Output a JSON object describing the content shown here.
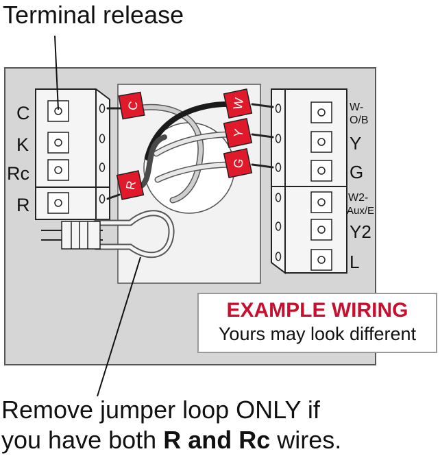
{
  "callouts": {
    "terminal_release": "Terminal release",
    "jumper_line1": "Remove jumper loop ONLY if",
    "jumper_line2_pre": "you have both ",
    "jumper_line2_bold": "R and Rc",
    "jumper_line2_post": " wires."
  },
  "example_box": {
    "title": "EXAMPLE WIRING",
    "subtitle": "Yours may look different"
  },
  "left_terminals": [
    "C",
    "K",
    "Rc",
    "R"
  ],
  "right_terminals": [
    {
      "line1": "W-",
      "line2": "O/B"
    },
    {
      "line1": "Y"
    },
    {
      "line1": "G"
    },
    {
      "line1": "W2-",
      "line2": "Aux/E"
    },
    {
      "line1": "Y2"
    },
    {
      "line1": "L"
    }
  ],
  "wire_tags": [
    "C",
    "R",
    "W",
    "Y",
    "G"
  ],
  "colors": {
    "plate": "#d6d6d6",
    "tag_red": "#e01a2b",
    "wire_black": "#1a1a1a",
    "wire_gray": "#4a4a4a",
    "wire_light": "#bfbfbf",
    "example_red": "#c8102e"
  }
}
